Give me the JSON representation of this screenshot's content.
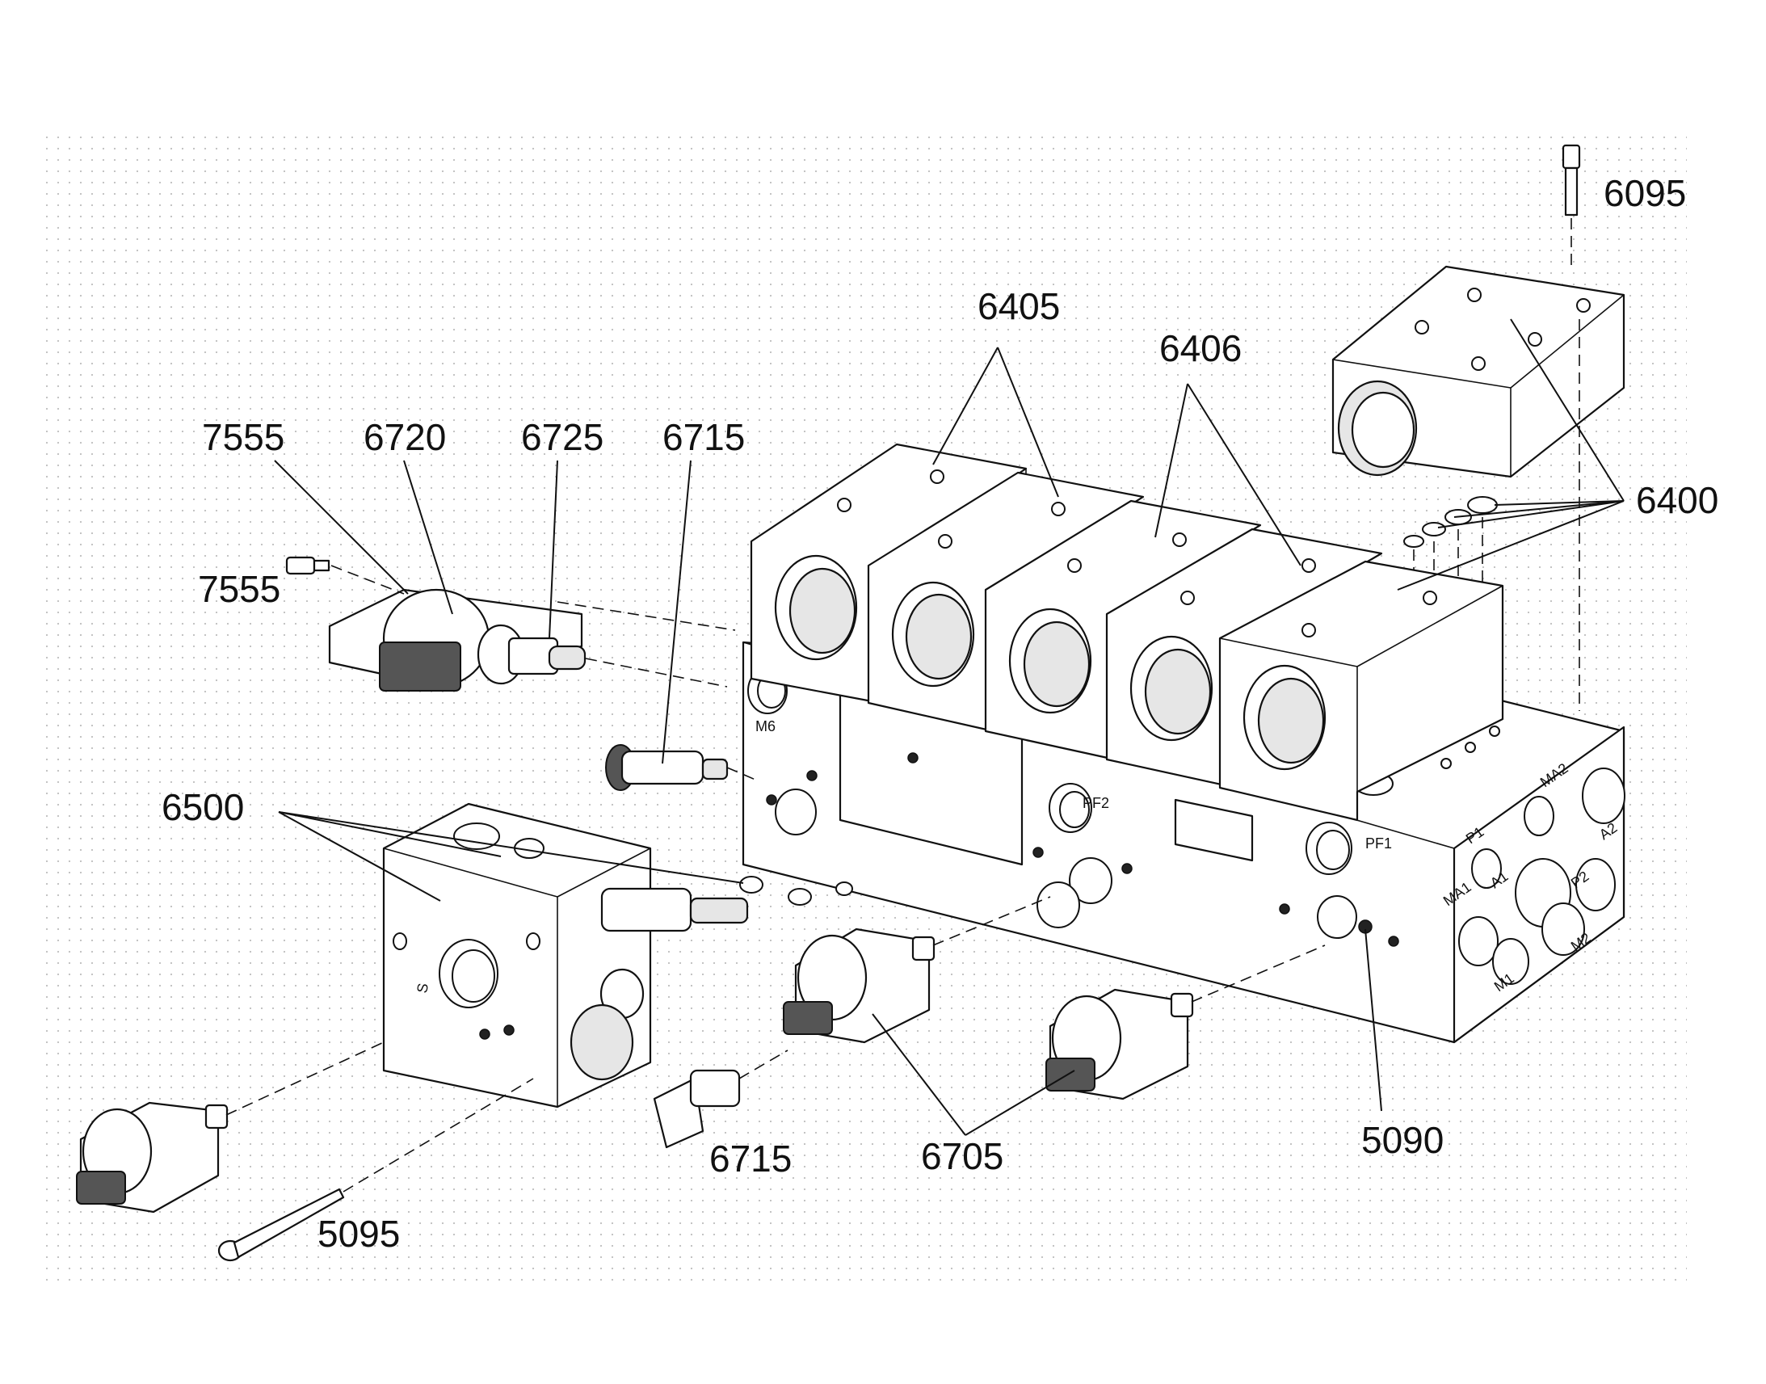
{
  "diagram": {
    "part_labels": {
      "p6095": "6095",
      "p6405": "6405",
      "p6406": "6406",
      "p6400": "6400",
      "p7555a": "7555",
      "p7555b": "7555",
      "p6720": "6720",
      "p6725": "6725",
      "p6715a": "6715",
      "p6715b": "6715",
      "p6500": "6500",
      "p6705": "6705",
      "p5090": "5090",
      "p5095": "5095"
    },
    "port_labels": {
      "m6": "M6",
      "pf2": "PF2",
      "pf1": "PF1",
      "p1": "P1",
      "p2": "P2",
      "ma1": "MA1",
      "ma2": "MA2",
      "a1": "A1",
      "a2": "A2",
      "m1": "M1",
      "m2": "M2",
      "s": "S"
    }
  }
}
